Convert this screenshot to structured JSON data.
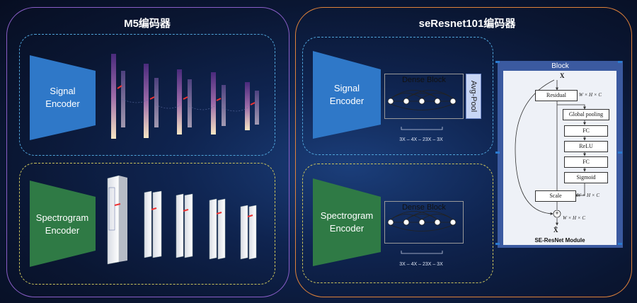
{
  "left_section": {
    "title": "M5编码器",
    "signal_label": "Signal\nEncoder",
    "spectro_label": "Spectrogram\nEncoder"
  },
  "right_section": {
    "title": "seResnet101编码器",
    "signal_label": "Signal\nEncoder",
    "spectro_label": "Spectrogram\nEncoder",
    "dense_block_label": "Dense Block",
    "avg_pool_label": "Avg-Pool",
    "formula": "3X – 4X – 23X – 3X"
  },
  "se_module": {
    "block_label": "Block",
    "input_x": "X",
    "residual_label": "Residual",
    "residual_dims": "W × H × C",
    "global_pooling": "Global pooling",
    "fc1": "FC",
    "relu": "ReLU",
    "fc2": "FC",
    "sigmoid": "Sigmoid",
    "scale_label": "Scale",
    "scale_dims": "W × H × C",
    "plus_dims": "W × H × C",
    "output_x": "X̃",
    "plus_symbol": "+",
    "caption": "SE-ResNet Module"
  },
  "colors": {
    "signal_trap": "#2f78c8",
    "spectro_trap": "#2f7a45",
    "left_border": "#8a5ec8",
    "right_border": "#e0823a",
    "signal_dash": "#4fa3d8",
    "spectro_dash": "#c9c25c"
  }
}
